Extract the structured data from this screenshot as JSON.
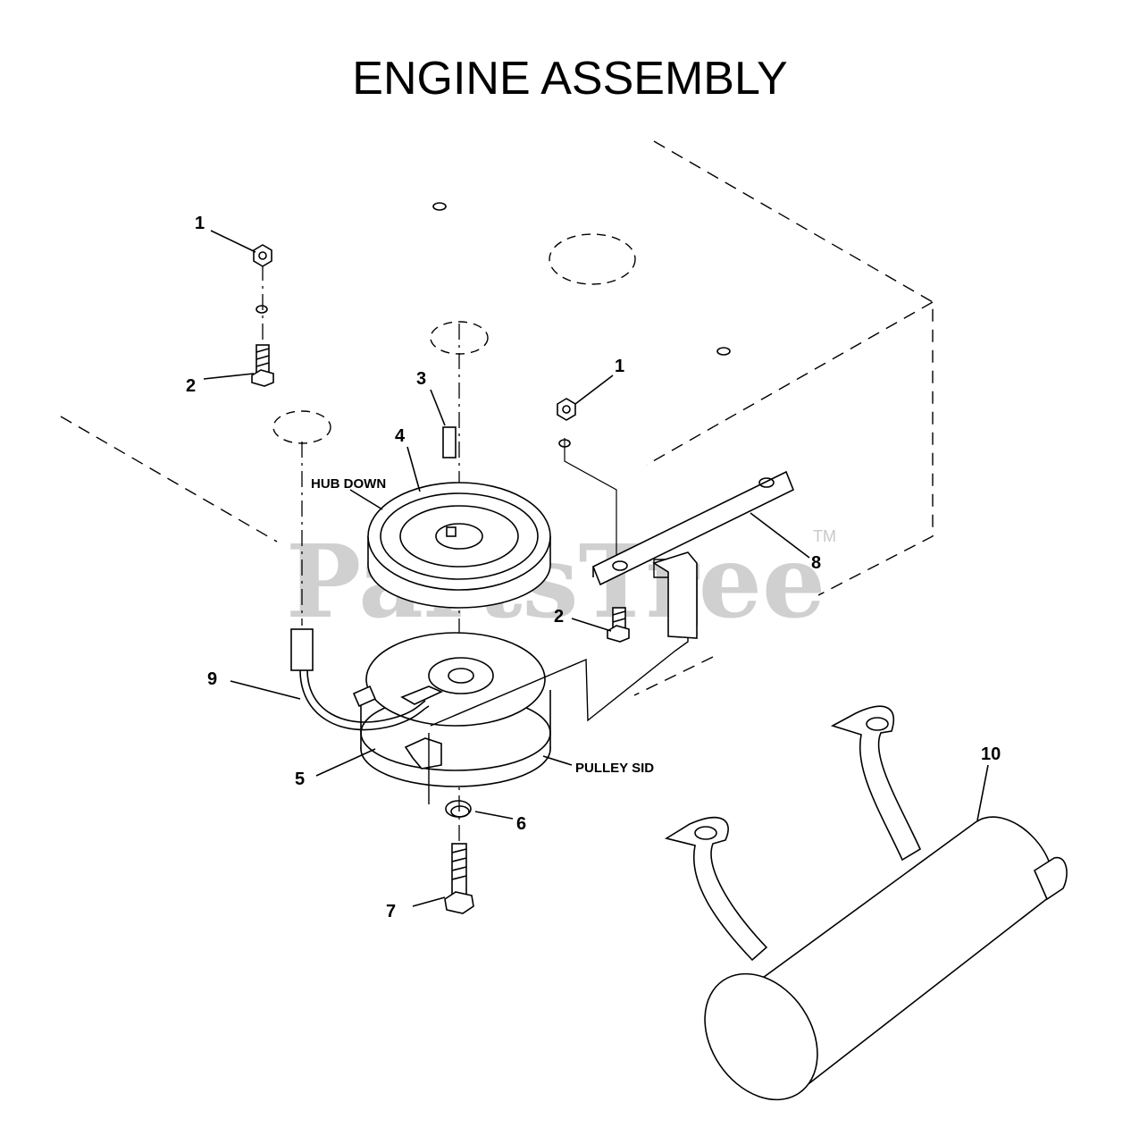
{
  "title": "ENGINE ASSEMBLY",
  "labels": {
    "hub_down": "HUB DOWN",
    "pulley_side": "PULLEY SID"
  },
  "callouts": {
    "c1a": "1",
    "c2a": "2",
    "c3": "3",
    "c4": "4",
    "c1b": "1",
    "c8": "8",
    "c2b": "2",
    "c9": "9",
    "c5": "5",
    "c6": "6",
    "c7": "7",
    "c10": "10"
  },
  "watermark": {
    "text": "PartsTree",
    "tm": "TM"
  }
}
